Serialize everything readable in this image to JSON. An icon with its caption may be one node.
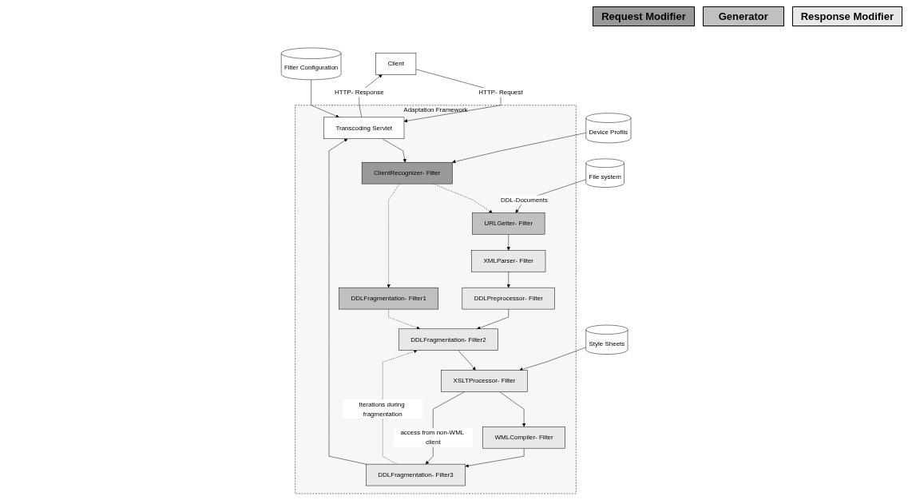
{
  "diagram": {
    "nodes": [
      {
        "text": [
          "Client"
        ]
      },
      {
        "text": [
          "Device Profils"
        ]
      },
      {
        "text": [
          "File system"
        ]
      },
      {
        "text": [
          "Adaptation Framework"
        ]
      },
      {
        "text": [
          "ClientRecognizer- Filter"
        ],
        "in": 3
      },
      {
        "text": [
          "URLGetter- Filter"
        ],
        "in": 3
      },
      {
        "text": [
          "XMLParser- Filter"
        ],
        "in": 3
      },
      {
        "text": [
          "DDLPreprocessor- Filter"
        ],
        "in": 3
      },
      {
        "text": [
          "Transcoding Servlet"
        ],
        "in": 3
      },
      {
        "text": [
          "DDLFragmentation- Filter1"
        ],
        "in": 3
      },
      {
        "text": [
          "DDLFragmentation- Filter3"
        ],
        "in": 3
      },
      {
        "text": [
          "WMLCompiler- Filter"
        ],
        "in": 3
      },
      {
        "text": [
          "XSLTProcessor- Filter"
        ],
        "in": 3
      },
      {
        "text": [
          "DDLFragmentation- Filter2"
        ],
        "in": 3
      },
      {
        "text": [
          "Filter Configuration"
        ]
      },
      {
        "text": [
          "Style Sheets"
        ]
      }
    ],
    "edges": [
      {
        "from": 0,
        "to": 8,
        "arrow": "to",
        "label": "HTTP- Request"
      },
      {
        "from": 8,
        "to": 0,
        "arrow": "to",
        "label": "HTTP- Response"
      },
      {
        "from": 1,
        "to": 4,
        "arrow": "to"
      },
      {
        "from": 2,
        "to": 5,
        "arrow": "to",
        "label": "DDL-Documents"
      },
      {
        "from": 8,
        "to": 4,
        "arrow": "to"
      },
      {
        "from": 4,
        "to": 5,
        "arrow": "to",
        "style": "dashed"
      },
      {
        "from": 4,
        "to": 9,
        "arrow": "to",
        "style": "dashed"
      },
      {
        "from": 5,
        "to": 6,
        "arrow": "to"
      },
      {
        "from": 6,
        "to": 7,
        "arrow": "to"
      },
      {
        "from": 7,
        "to": 13,
        "arrow": "to"
      },
      {
        "from": 9,
        "to": 13,
        "arrow": "to",
        "style": "dashed"
      },
      {
        "from": 10,
        "to": 13,
        "arrow": "to",
        "style": "dashed",
        "label": "Iterations during fragmentation"
      },
      {
        "from": 13,
        "to": 12,
        "arrow": "to"
      },
      {
        "from": 12,
        "to": 11,
        "arrow": "to"
      },
      {
        "from": 11,
        "to": 10,
        "arrow": "to"
      },
      {
        "from": 12,
        "to": 10,
        "arrow": "to",
        "label": "access from non-WML client"
      },
      {
        "from": 10,
        "to": 8,
        "arrow": "to"
      },
      {
        "from": 14,
        "to": 8,
        "arrow": "to"
      },
      {
        "from": 15,
        "to": 12,
        "arrow": "to"
      }
    ],
    "legend": [
      {
        "text": "Request Modifier",
        "color": "#999999"
      },
      {
        "text": "Generator",
        "color": "#c0c0c0"
      },
      {
        "text": "Response Modifier",
        "color": "#e8e8e8"
      }
    ]
  }
}
